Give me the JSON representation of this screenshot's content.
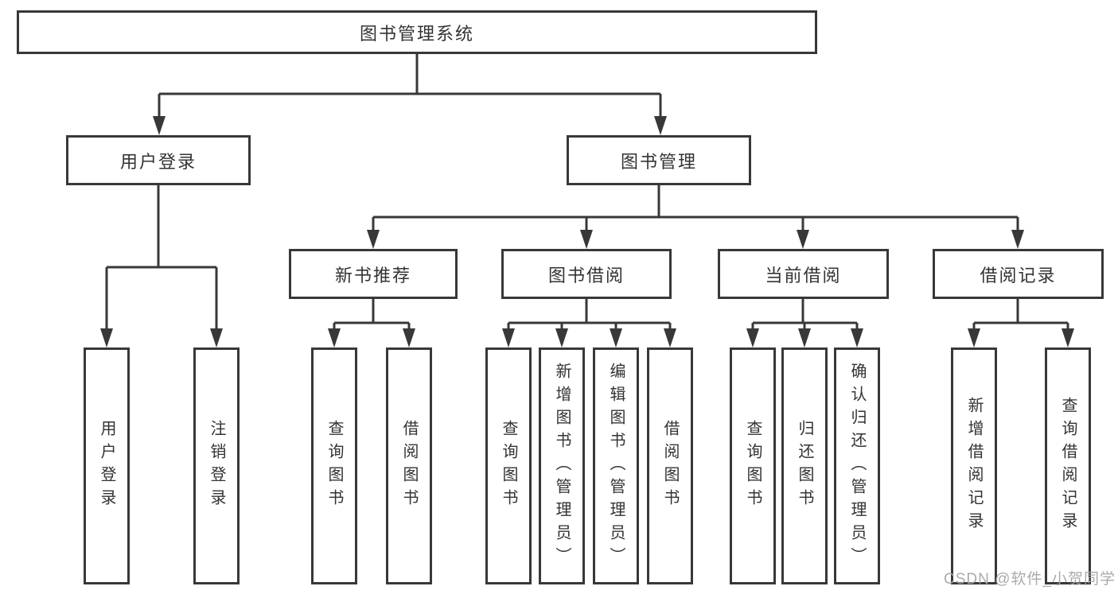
{
  "diagram": {
    "root": {
      "label": "图书管理系统"
    },
    "branches": [
      {
        "label": "用户登录",
        "children": [
          {
            "label": "用户登录"
          },
          {
            "label": "注销登录"
          }
        ]
      },
      {
        "label": "图书管理",
        "children": [
          {
            "label": "新书推荐",
            "children": [
              {
                "label": "查询图书"
              },
              {
                "label": "借阅图书"
              }
            ]
          },
          {
            "label": "图书借阅",
            "children": [
              {
                "label": "查询图书"
              },
              {
                "label": "新增图书（管理员）"
              },
              {
                "label": "编辑图书（管理员）"
              },
              {
                "label": "借阅图书"
              }
            ]
          },
          {
            "label": "当前借阅",
            "children": [
              {
                "label": "查询图书"
              },
              {
                "label": "归还图书"
              },
              {
                "label": "确认归还（管理员）"
              }
            ]
          },
          {
            "label": "借阅记录",
            "children": [
              {
                "label": "新增借阅记录"
              },
              {
                "label": "查询借阅记录"
              }
            ]
          }
        ]
      }
    ],
    "watermark": "CSDN @软件_小贺同学",
    "colors": {
      "line": "#383838",
      "text": "#333333",
      "watermark": "#a5a5a5",
      "background": "#ffffff"
    }
  }
}
